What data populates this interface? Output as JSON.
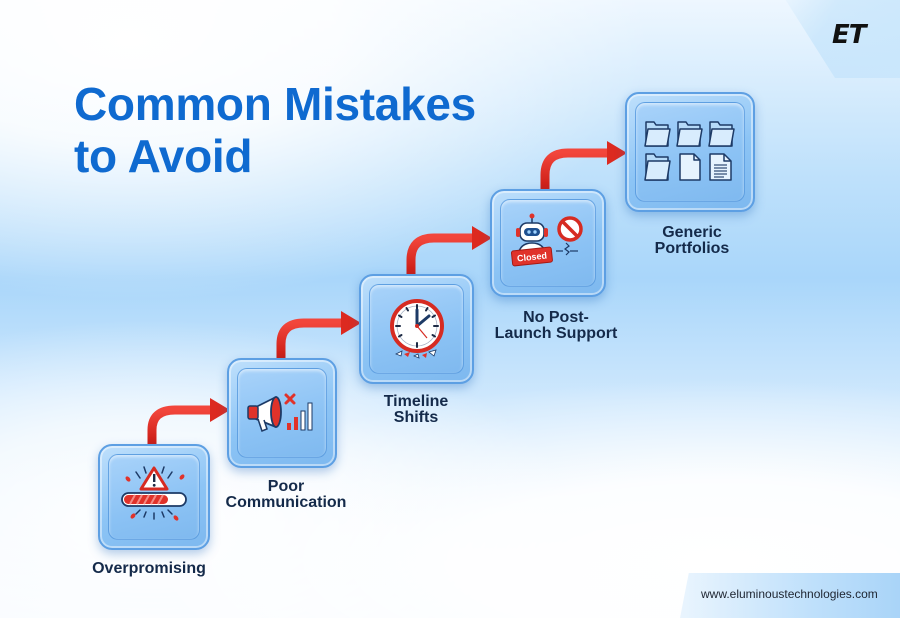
{
  "header": {
    "logo": "ET",
    "title_line1": "Common Mistakes",
    "title_line2": "to Avoid"
  },
  "steps": [
    {
      "label_lines": [
        "Overpromising"
      ],
      "icon": "warning-progress-bar-icon"
    },
    {
      "label_lines": [
        "Poor",
        "Communication"
      ],
      "icon": "megaphone-no-signal-icon"
    },
    {
      "label_lines": [
        "Timeline",
        "Shifts"
      ],
      "icon": "broken-clock-icon"
    },
    {
      "label_lines": [
        "No Post-",
        "Launch Support"
      ],
      "icon": "closed-support-bot-icon",
      "badge": "Closed"
    },
    {
      "label_lines": [
        "Generic",
        "Portfolios"
      ],
      "icon": "folders-files-icon"
    }
  ],
  "footer": {
    "url": "www.eluminoustechnologies.com"
  },
  "colors": {
    "title": "#0f6ad0",
    "label": "#142a4a",
    "arrow": "#e0251e",
    "box": "#8cc4f5"
  }
}
